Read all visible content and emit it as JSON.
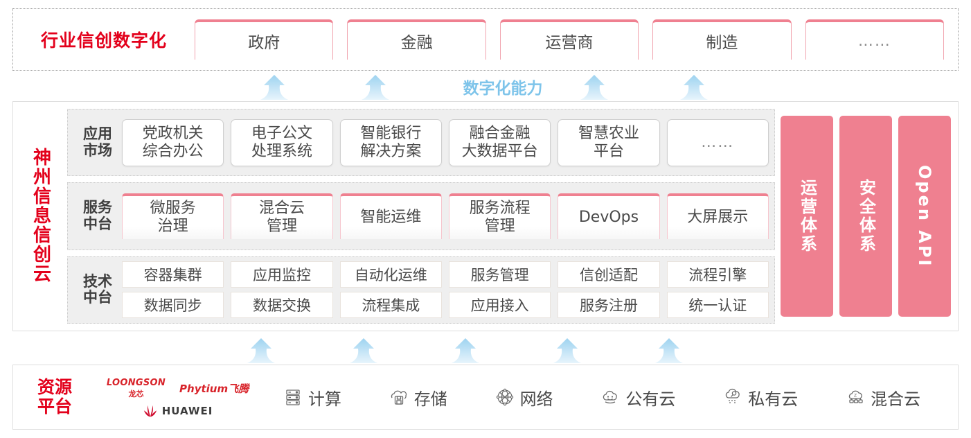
{
  "industry": {
    "title": "行业信创数字化",
    "boxes": [
      {
        "label": "政府"
      },
      {
        "label": "金融"
      },
      {
        "label": "运营商"
      },
      {
        "label": "制造"
      },
      {
        "label": "……"
      }
    ]
  },
  "capability_label": "数字化能力",
  "cloud": {
    "title_chars": [
      "神",
      "州",
      "信",
      "息",
      "信",
      "创",
      "云"
    ],
    "rows": [
      {
        "label": "应用\n市场",
        "label_lines": [
          "应用",
          "市场"
        ],
        "style": "app",
        "cells": [
          {
            "lines": [
              "党政机关",
              "综合办公"
            ]
          },
          {
            "lines": [
              "电子公文",
              "处理系统"
            ]
          },
          {
            "lines": [
              "智能银行",
              "解决方案"
            ]
          },
          {
            "lines": [
              "融合金融",
              "大数据平台"
            ]
          },
          {
            "lines": [
              "智慧农业",
              "平台"
            ]
          },
          {
            "lines": [
              "……"
            ],
            "dots": true
          }
        ]
      },
      {
        "label_lines": [
          "服务",
          "中台"
        ],
        "style": "service",
        "cells": [
          {
            "lines": [
              "微服务",
              "治理"
            ]
          },
          {
            "lines": [
              "混合云",
              "管理"
            ]
          },
          {
            "lines": [
              "智能运维"
            ]
          },
          {
            "lines": [
              "服务流程",
              "管理"
            ]
          },
          {
            "lines": [
              "DevOps"
            ]
          },
          {
            "lines": [
              "大屏展示"
            ]
          }
        ]
      },
      {
        "label_lines": [
          "技术",
          "中台"
        ],
        "style": "tech",
        "line1": [
          "容器集群",
          "应用监控",
          "自动化运维",
          "服务管理",
          "信创适配",
          "流程引擎"
        ],
        "line2": [
          "数据同步",
          "数据交换",
          "流程集成",
          "应用接入",
          "服务注册",
          "统一认证"
        ]
      }
    ],
    "pillars": [
      {
        "label": "运营体系",
        "orientation": "vertical-cjk"
      },
      {
        "label": "安全体系",
        "orientation": "vertical-cjk"
      },
      {
        "label": "Open API",
        "orientation": "rotated-latin"
      }
    ]
  },
  "resource": {
    "title_lines": [
      "资源",
      "平台"
    ],
    "vendors": [
      {
        "name": "LOONGSON",
        "cn": "龙芯",
        "key": "loongson"
      },
      {
        "name": "Phytium飞腾",
        "key": "phytium"
      },
      {
        "name": "HUAWEI",
        "key": "huawei"
      }
    ],
    "items": [
      {
        "label": "计算",
        "icon": "server-icon"
      },
      {
        "label": "存储",
        "icon": "cloud-storage-icon"
      },
      {
        "label": "网络",
        "icon": "network-globe-icon"
      },
      {
        "label": "公有云",
        "icon": "public-cloud-icon"
      },
      {
        "label": "私有云",
        "icon": "private-cloud-icon"
      },
      {
        "label": "混合云",
        "icon": "hybrid-cloud-icon"
      }
    ]
  },
  "colors": {
    "brand_red": "#e3001b",
    "pink": "#ef8090",
    "arrow_blue": "#a8d8f0",
    "capability_blue": "#7ec4ea",
    "band_gray": "#efefef"
  },
  "arrows": {
    "top_x": [
      392,
      538,
      855,
      998
    ],
    "bottom_x": [
      373,
      521,
      668,
      815,
      962
    ]
  }
}
